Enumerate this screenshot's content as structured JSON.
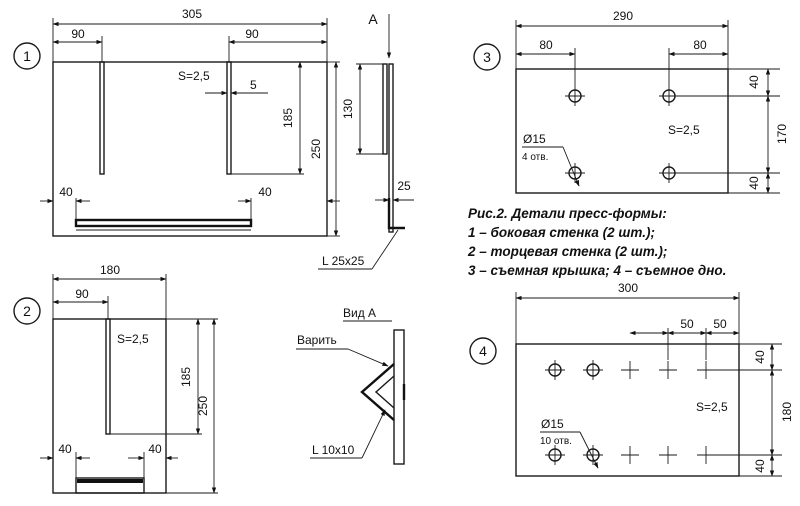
{
  "caption": {
    "title": "Рис.2. Детали пресс-формы:",
    "lines": [
      "1 – боковая стенка (2 шт.);",
      "2 – торцевая стенка (2 шт.);",
      "3 – съемная крышка; 4 – съемное дно."
    ]
  },
  "part1": {
    "number": "1",
    "dims": {
      "width": "305",
      "slot_left": "90",
      "slot_right": "90",
      "thickness": "S=2,5",
      "gap": "5",
      "slot_depth": "185",
      "height": "250",
      "bottom_left": "40",
      "bottom_right": "40"
    }
  },
  "section_a": {
    "arrow_label": "A",
    "dims": {
      "height": "130",
      "leg": "25"
    },
    "angle_label": "L 25x25"
  },
  "part2": {
    "number": "2",
    "dims": {
      "width": "180",
      "slot": "90",
      "thickness": "S=2,5",
      "slot_depth": "185",
      "height": "250",
      "bottom_left": "40",
      "bottom_right": "40"
    }
  },
  "view_a": {
    "title": "Вид А",
    "weld_label": "Варить",
    "angle_label": "L 10x10"
  },
  "part3": {
    "number": "3",
    "dims": {
      "width": "290",
      "left": "80",
      "right": "80",
      "thickness": "S=2,5",
      "hole": "Ø15",
      "holes_count": "4 отв.",
      "top": "40",
      "middle": "170",
      "bottom": "40"
    }
  },
  "part4": {
    "number": "4",
    "dims": {
      "width": "300",
      "pitch1": "50",
      "pitch2": "50",
      "thickness": "S=2,5",
      "hole": "Ø15",
      "holes_count": "10 отв.",
      "top": "40",
      "middle": "180",
      "bottom": "40"
    }
  }
}
